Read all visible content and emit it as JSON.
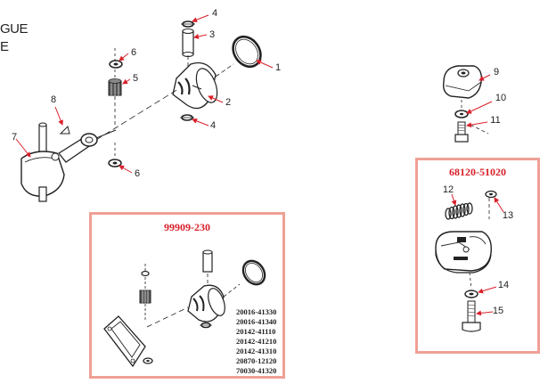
{
  "corner_text": [
    "GUE",
    "E"
  ],
  "callouts_main": [
    {
      "id": "c4a",
      "label": "4"
    },
    {
      "id": "c3",
      "label": "3"
    },
    {
      "id": "c1",
      "label": "1"
    },
    {
      "id": "c2",
      "label": "2"
    },
    {
      "id": "c4b",
      "label": "4"
    },
    {
      "id": "c6a",
      "label": "6"
    },
    {
      "id": "c5",
      "label": "5"
    },
    {
      "id": "c8",
      "label": "8"
    },
    {
      "id": "c7",
      "label": "7"
    },
    {
      "id": "c6b",
      "label": "6"
    },
    {
      "id": "c9",
      "label": "9"
    },
    {
      "id": "c10",
      "label": "10"
    },
    {
      "id": "c11",
      "label": "11"
    },
    {
      "id": "c12",
      "label": "12"
    },
    {
      "id": "c13",
      "label": "13"
    },
    {
      "id": "c14",
      "label": "14"
    },
    {
      "id": "c15",
      "label": "15"
    }
  ],
  "kit_piston": {
    "title": "99909-230",
    "part_numbers": [
      "20016-41330",
      "20016-41340",
      "20142-41110",
      "20142-41210",
      "20142-41310",
      "20870-12120",
      "70030-41320"
    ]
  },
  "kit_clutch": {
    "title": "68120-51020"
  },
  "colors": {
    "box_border": "#f0a095",
    "title_red": "#d9202a",
    "arrow_red": "#d9202a",
    "line": "#222222"
  }
}
